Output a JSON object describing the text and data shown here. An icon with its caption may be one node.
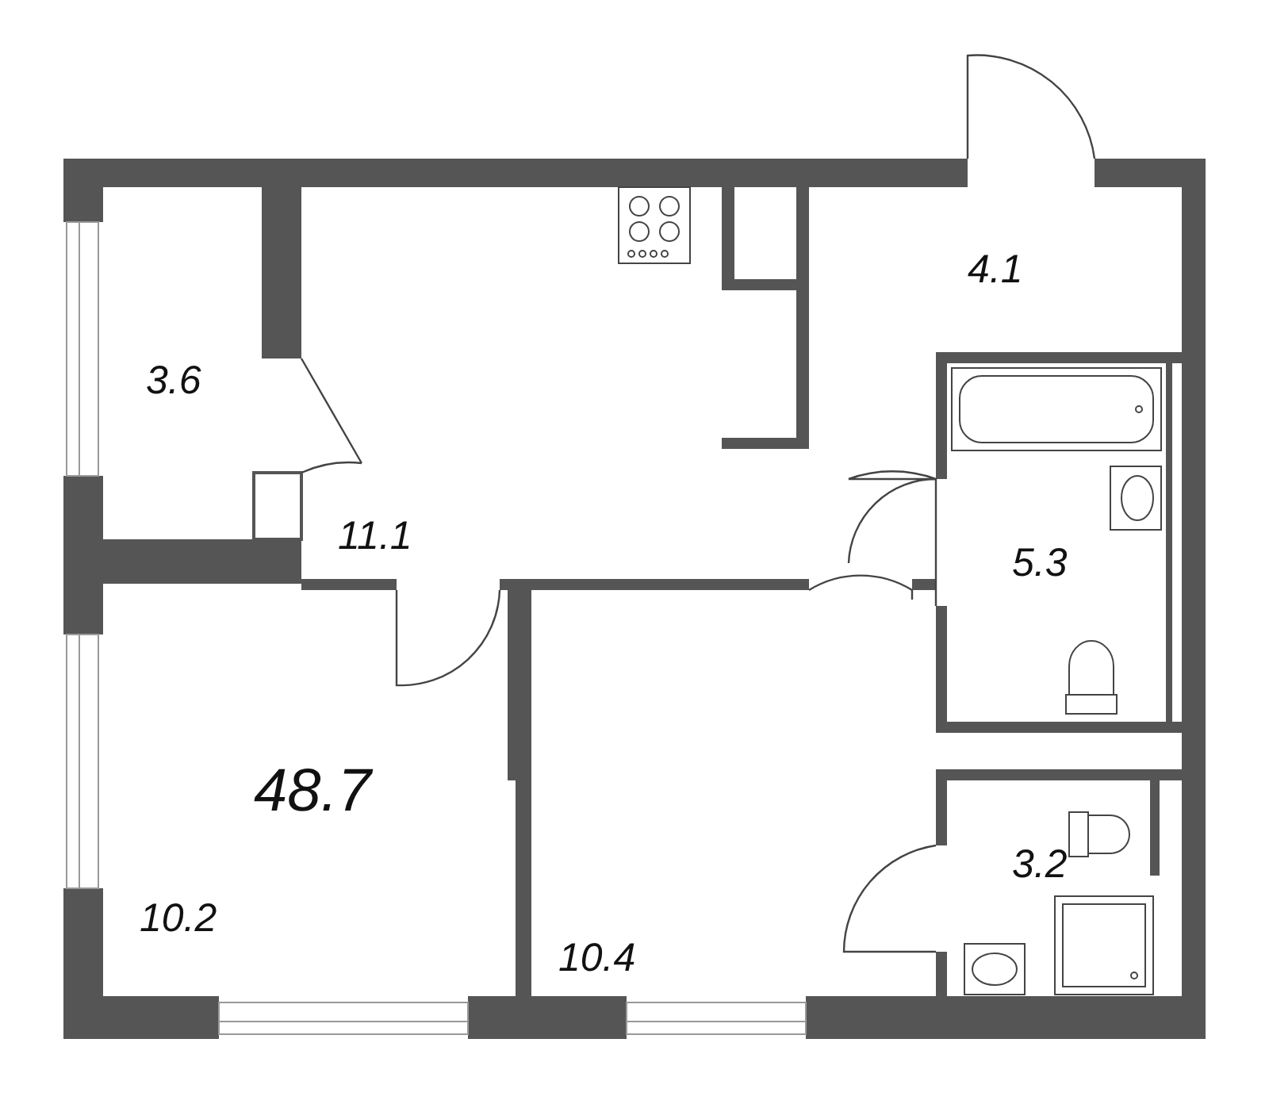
{
  "diagram": {
    "labels": [
      "4.1",
      "3.6",
      "11.1",
      "5.3",
      "48.7",
      "3.2",
      "10.2",
      "10.4"
    ]
  }
}
